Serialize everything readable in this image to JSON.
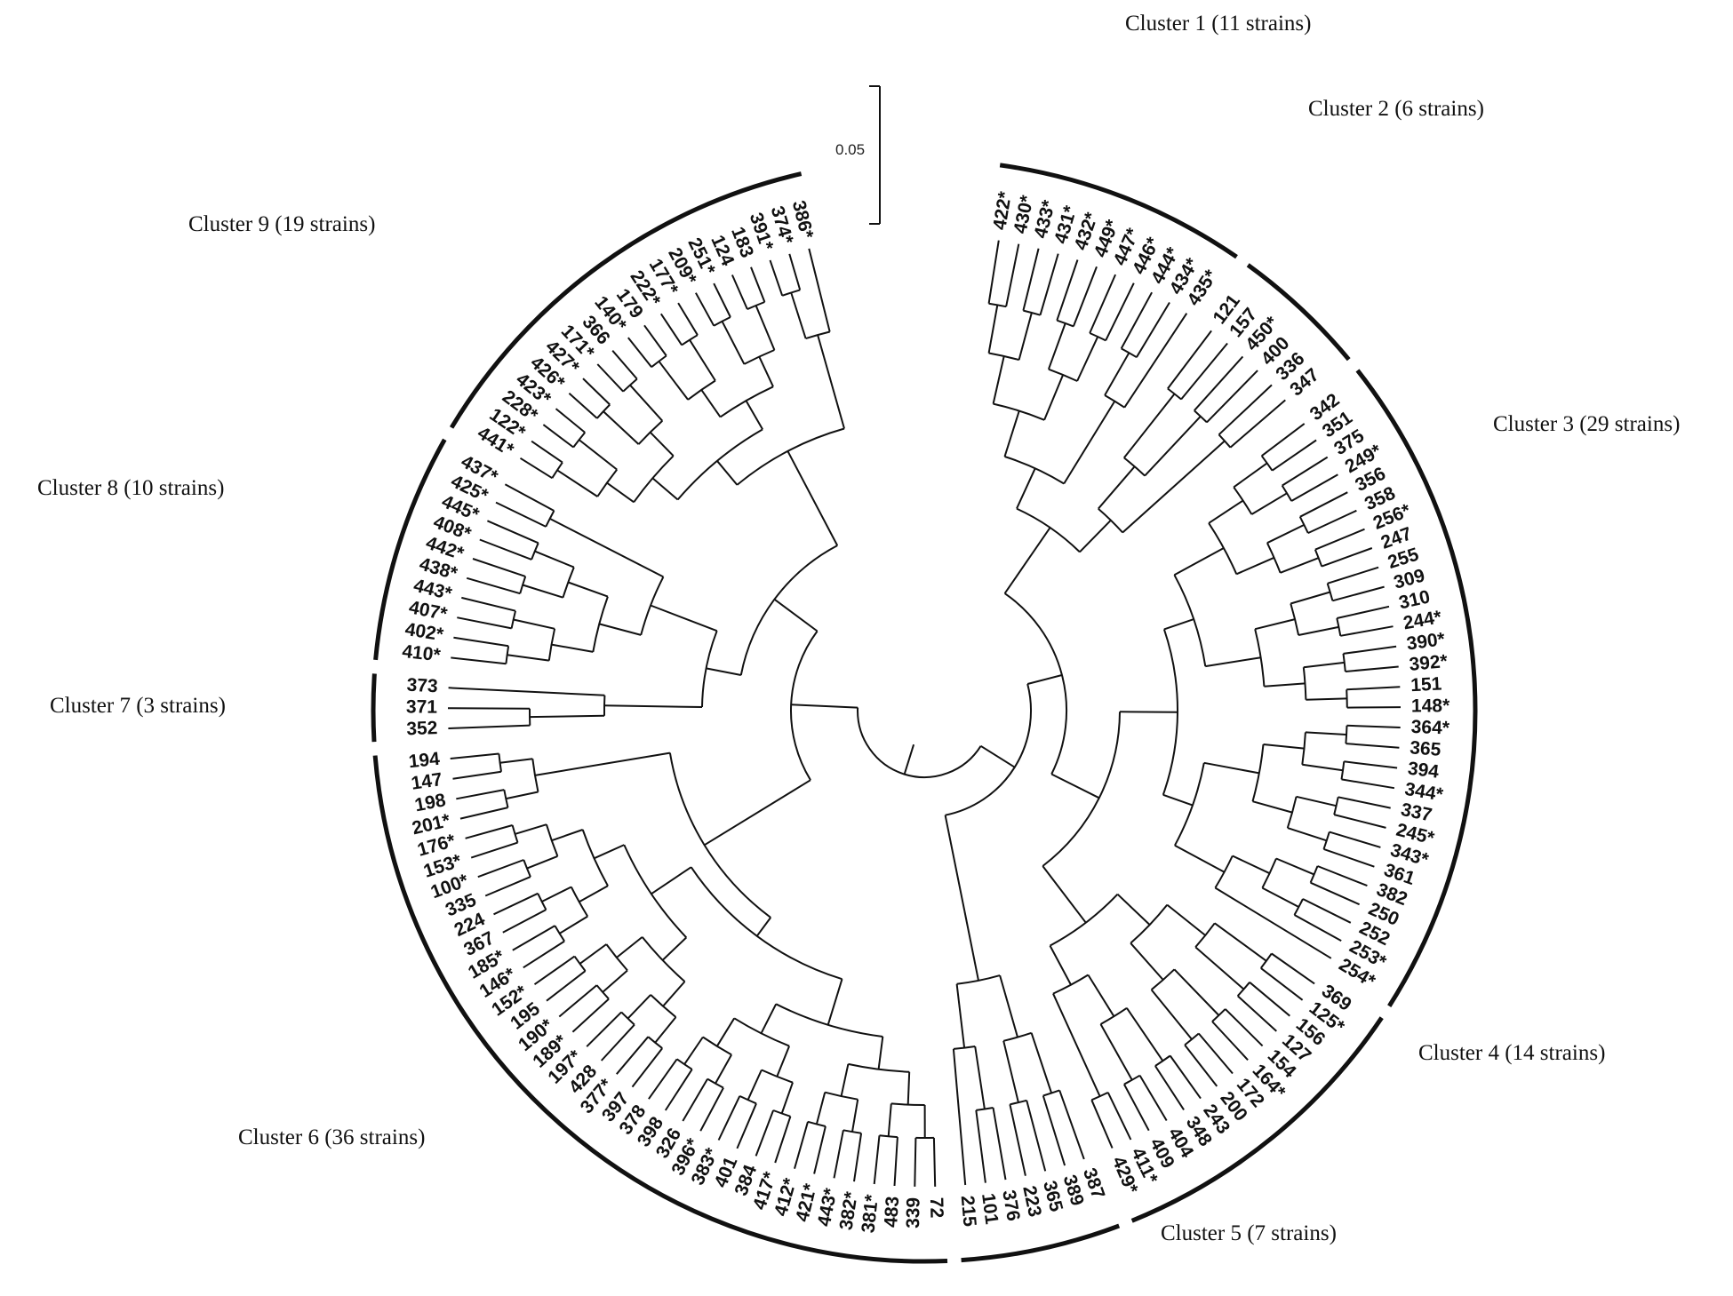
{
  "scale_bar": {
    "label": "0.05"
  },
  "clusters": [
    {
      "id": 1,
      "label": "Cluster 1 (11 strains)",
      "leaves": [
        "422*",
        "430*",
        "433*",
        "431*",
        "432*",
        "449*",
        "447*",
        "446*",
        "444*",
        "434*",
        "435*"
      ]
    },
    {
      "id": 2,
      "label": "Cluster 2 (6 strains)",
      "leaves": [
        "121",
        "157",
        "450*",
        "400",
        "336",
        "347"
      ]
    },
    {
      "id": 3,
      "label": "Cluster 3 (29 strains)",
      "leaves": [
        "342",
        "351",
        "375",
        "249*",
        "356",
        "358",
        "256*",
        "247",
        "255",
        "309",
        "310",
        "244*",
        "390*",
        "392*",
        "151",
        "148*",
        "364*",
        "365",
        "394",
        "344*",
        "337",
        "245*",
        "343*",
        "361",
        "382",
        "250",
        "252",
        "253*",
        "254*"
      ]
    },
    {
      "id": 4,
      "label": "Cluster 4 (14 strains)",
      "leaves": [
        "369",
        "125*",
        "156",
        "127",
        "154",
        "164*",
        "172",
        "200",
        "243",
        "348",
        "404",
        "409",
        "411*",
        "429*"
      ]
    },
    {
      "id": 5,
      "label": "Cluster 5 (7 strains)",
      "leaves": [
        "387",
        "389",
        "365",
        "223",
        "376",
        "101",
        "215"
      ]
    },
    {
      "id": 6,
      "label": "Cluster 6 (36 strains)",
      "leaves": [
        "72",
        "339",
        "483",
        "381*",
        "382*",
        "443*",
        "421*",
        "412*",
        "417*",
        "384",
        "401",
        "383*",
        "396*",
        "326",
        "398",
        "378",
        "397",
        "377*",
        "428",
        "197*",
        "189*",
        "190*",
        "195",
        "152*",
        "146*",
        "185*",
        "367",
        "224",
        "335",
        "100*",
        "153*",
        "176*",
        "201*",
        "198",
        "147",
        "194"
      ]
    },
    {
      "id": 7,
      "label": "Cluster 7 (3 strains)",
      "leaves": [
        "352",
        "371",
        "373"
      ]
    },
    {
      "id": 8,
      "label": "Cluster 8 (10 strains)",
      "leaves": [
        "410*",
        "402*",
        "407*",
        "443*",
        "438*",
        "442*",
        "408*",
        "445*",
        "425*",
        "437*"
      ]
    },
    {
      "id": 9,
      "label": "Cluster 9 (19 strains)",
      "leaves": [
        "441*",
        "122*",
        "228*",
        "423*",
        "426*",
        "427*",
        "171*",
        "366",
        "140*",
        "179",
        "222*",
        "177*",
        "209*",
        "251*",
        "124",
        "183",
        "391*",
        "374*",
        "386*"
      ]
    }
  ]
}
